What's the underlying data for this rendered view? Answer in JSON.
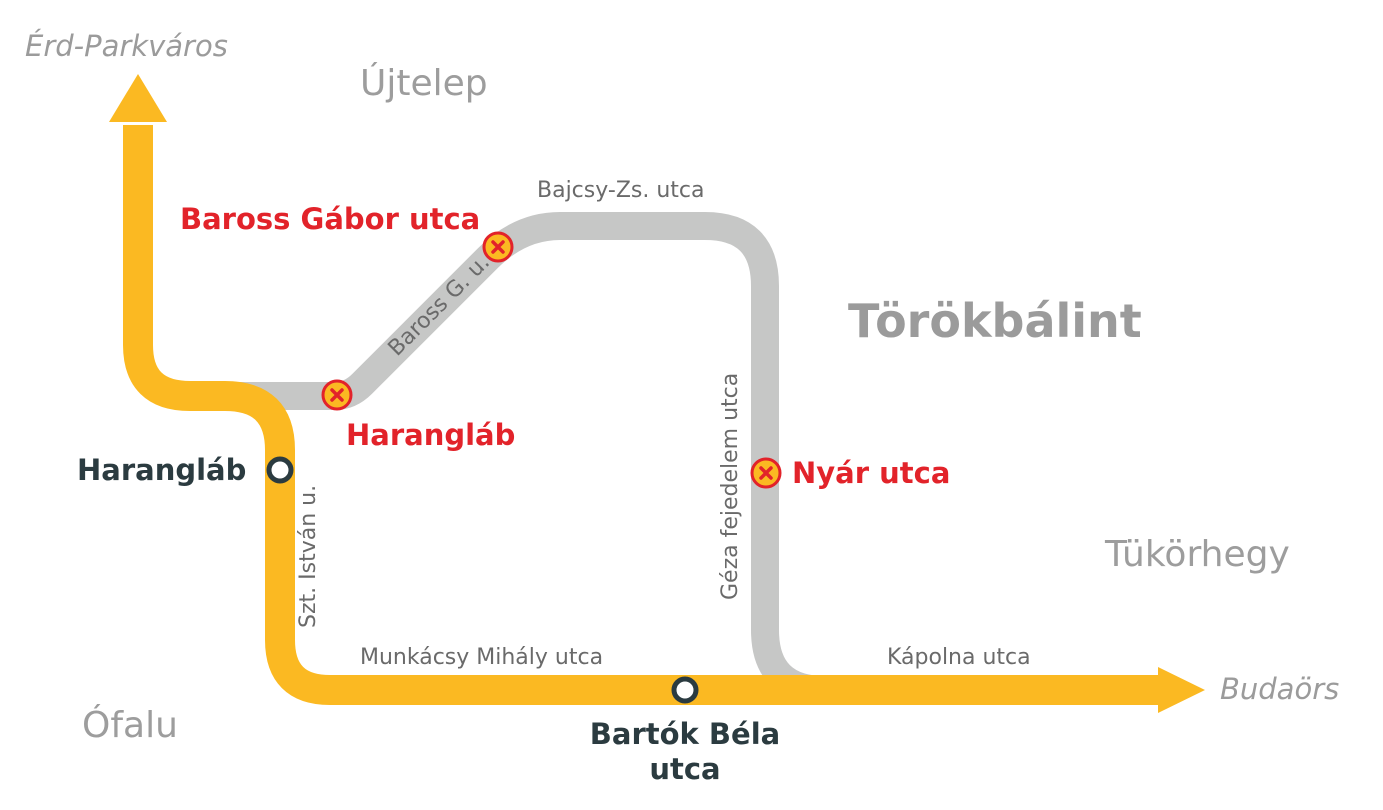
{
  "colors": {
    "main_route": "#fbb922",
    "detour_route": "#c6c7c6",
    "closed_stop_fill": "#fbb922",
    "closed_stop_ring": "#e2232a",
    "open_stop_ring": "#2b3b40",
    "area_text": "#9d9d9d",
    "street_text": "#6a6a6a"
  },
  "areas": {
    "ujtelep": "Újtelep",
    "torokbalint": "Törökbálint",
    "tukorhegy": "Tükörhegy",
    "ofalu": "Ófalu"
  },
  "destinations": {
    "north": "Érd-Parkváros",
    "east": "Budaörs"
  },
  "streets": {
    "bajcsy": "Bajcsy-Zs. utca",
    "baross": "Baross G. u.",
    "geza": "Géza fejedelem utca",
    "szt_istvan": "Szt. István u.",
    "munkacsy": "Munkácsy Mihály utca",
    "kapolna": "Kápolna utca"
  },
  "stops": {
    "closed": [
      {
        "name": "Baross Gábor utca",
        "icon": "closed-stop-x-icon"
      },
      {
        "name": "Harangláb",
        "icon": "closed-stop-x-icon"
      },
      {
        "name": "Nyár utca",
        "icon": "closed-stop-x-icon"
      }
    ],
    "open": [
      {
        "name": "Harangláb",
        "icon": "open-stop-circle-icon"
      },
      {
        "name_line1": "Bartók Béla",
        "name_line2": "utca",
        "icon": "open-stop-circle-icon"
      }
    ]
  }
}
